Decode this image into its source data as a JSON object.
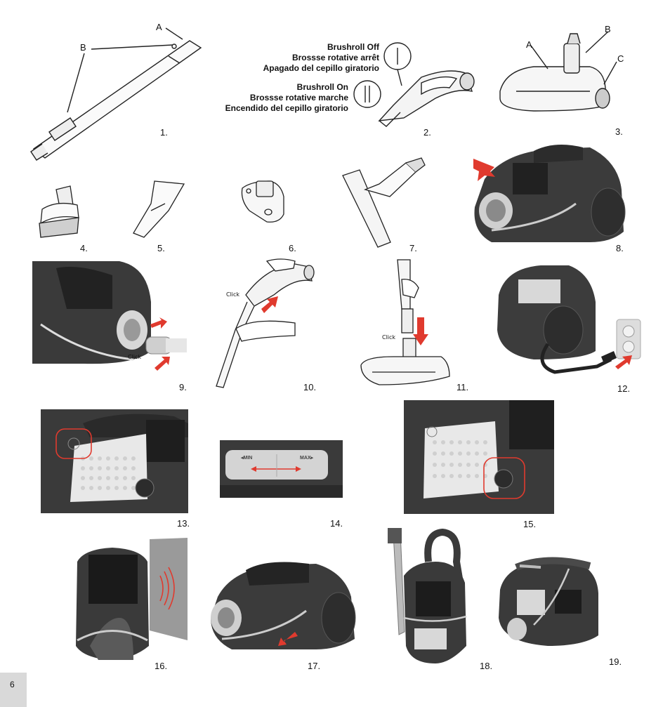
{
  "figures": {
    "f1": {
      "num": "1.",
      "letter_a": "A",
      "letter_b": "B"
    },
    "f2": {
      "num": "2.",
      "off_en": "Brushroll Off",
      "off_fr": "Brossse rotative arrêt",
      "off_es": "Apagado del cepillo giratorio",
      "on_en": "Brushroll On",
      "on_fr": "Brossse rotative marche",
      "on_es": "Encendido del cepillo giratorio"
    },
    "f3": {
      "num": "3.",
      "letter_a": "A",
      "letter_b": "B",
      "letter_c": "C"
    },
    "f4": {
      "num": "4."
    },
    "f5": {
      "num": "5."
    },
    "f6": {
      "num": "6."
    },
    "f7": {
      "num": "7."
    },
    "f8": {
      "num": "8."
    },
    "f9": {
      "num": "9.",
      "click": "Click"
    },
    "f10": {
      "num": "10.",
      "click": "Click"
    },
    "f11": {
      "num": "11.",
      "click": "Click"
    },
    "f12": {
      "num": "12."
    },
    "f13": {
      "num": "13."
    },
    "f14": {
      "num": "14.",
      "min": "◂MIN",
      "max": "MAX▸"
    },
    "f15": {
      "num": "15."
    },
    "f16": {
      "num": "16."
    },
    "f17": {
      "num": "17."
    },
    "f18": {
      "num": "18."
    },
    "f19": {
      "num": "19."
    }
  },
  "page": {
    "number": "6"
  },
  "colors": {
    "accent_red": "#e03a2e",
    "photo_dark": "#3a3a3a"
  }
}
